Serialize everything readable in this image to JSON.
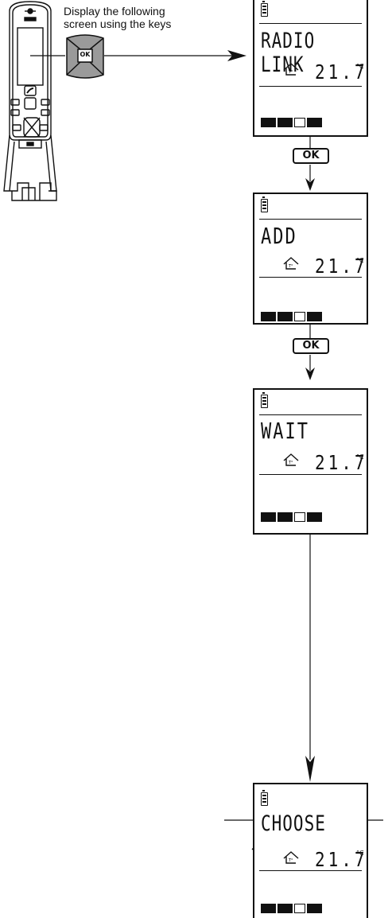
{
  "instruction": {
    "line1": "Display the following",
    "line2": "screen using the keys"
  },
  "key_label": "OK",
  "screens": [
    {
      "text": "RADIO LINK",
      "temp": "21.7",
      "unit": "°C"
    },
    {
      "text": "ADD",
      "temp": "21.7",
      "unit": "°C"
    },
    {
      "text": "WAIT",
      "temp": "21.7",
      "unit": "°C"
    },
    {
      "text": "CHOOSE",
      "temp": "21.7",
      "unit": "°C"
    }
  ],
  "ok_buttons": [
    "OK",
    "OK"
  ],
  "colors": {
    "ink": "#111111",
    "key_grey": "#9a9a9a",
    "background": "#ffffff"
  }
}
